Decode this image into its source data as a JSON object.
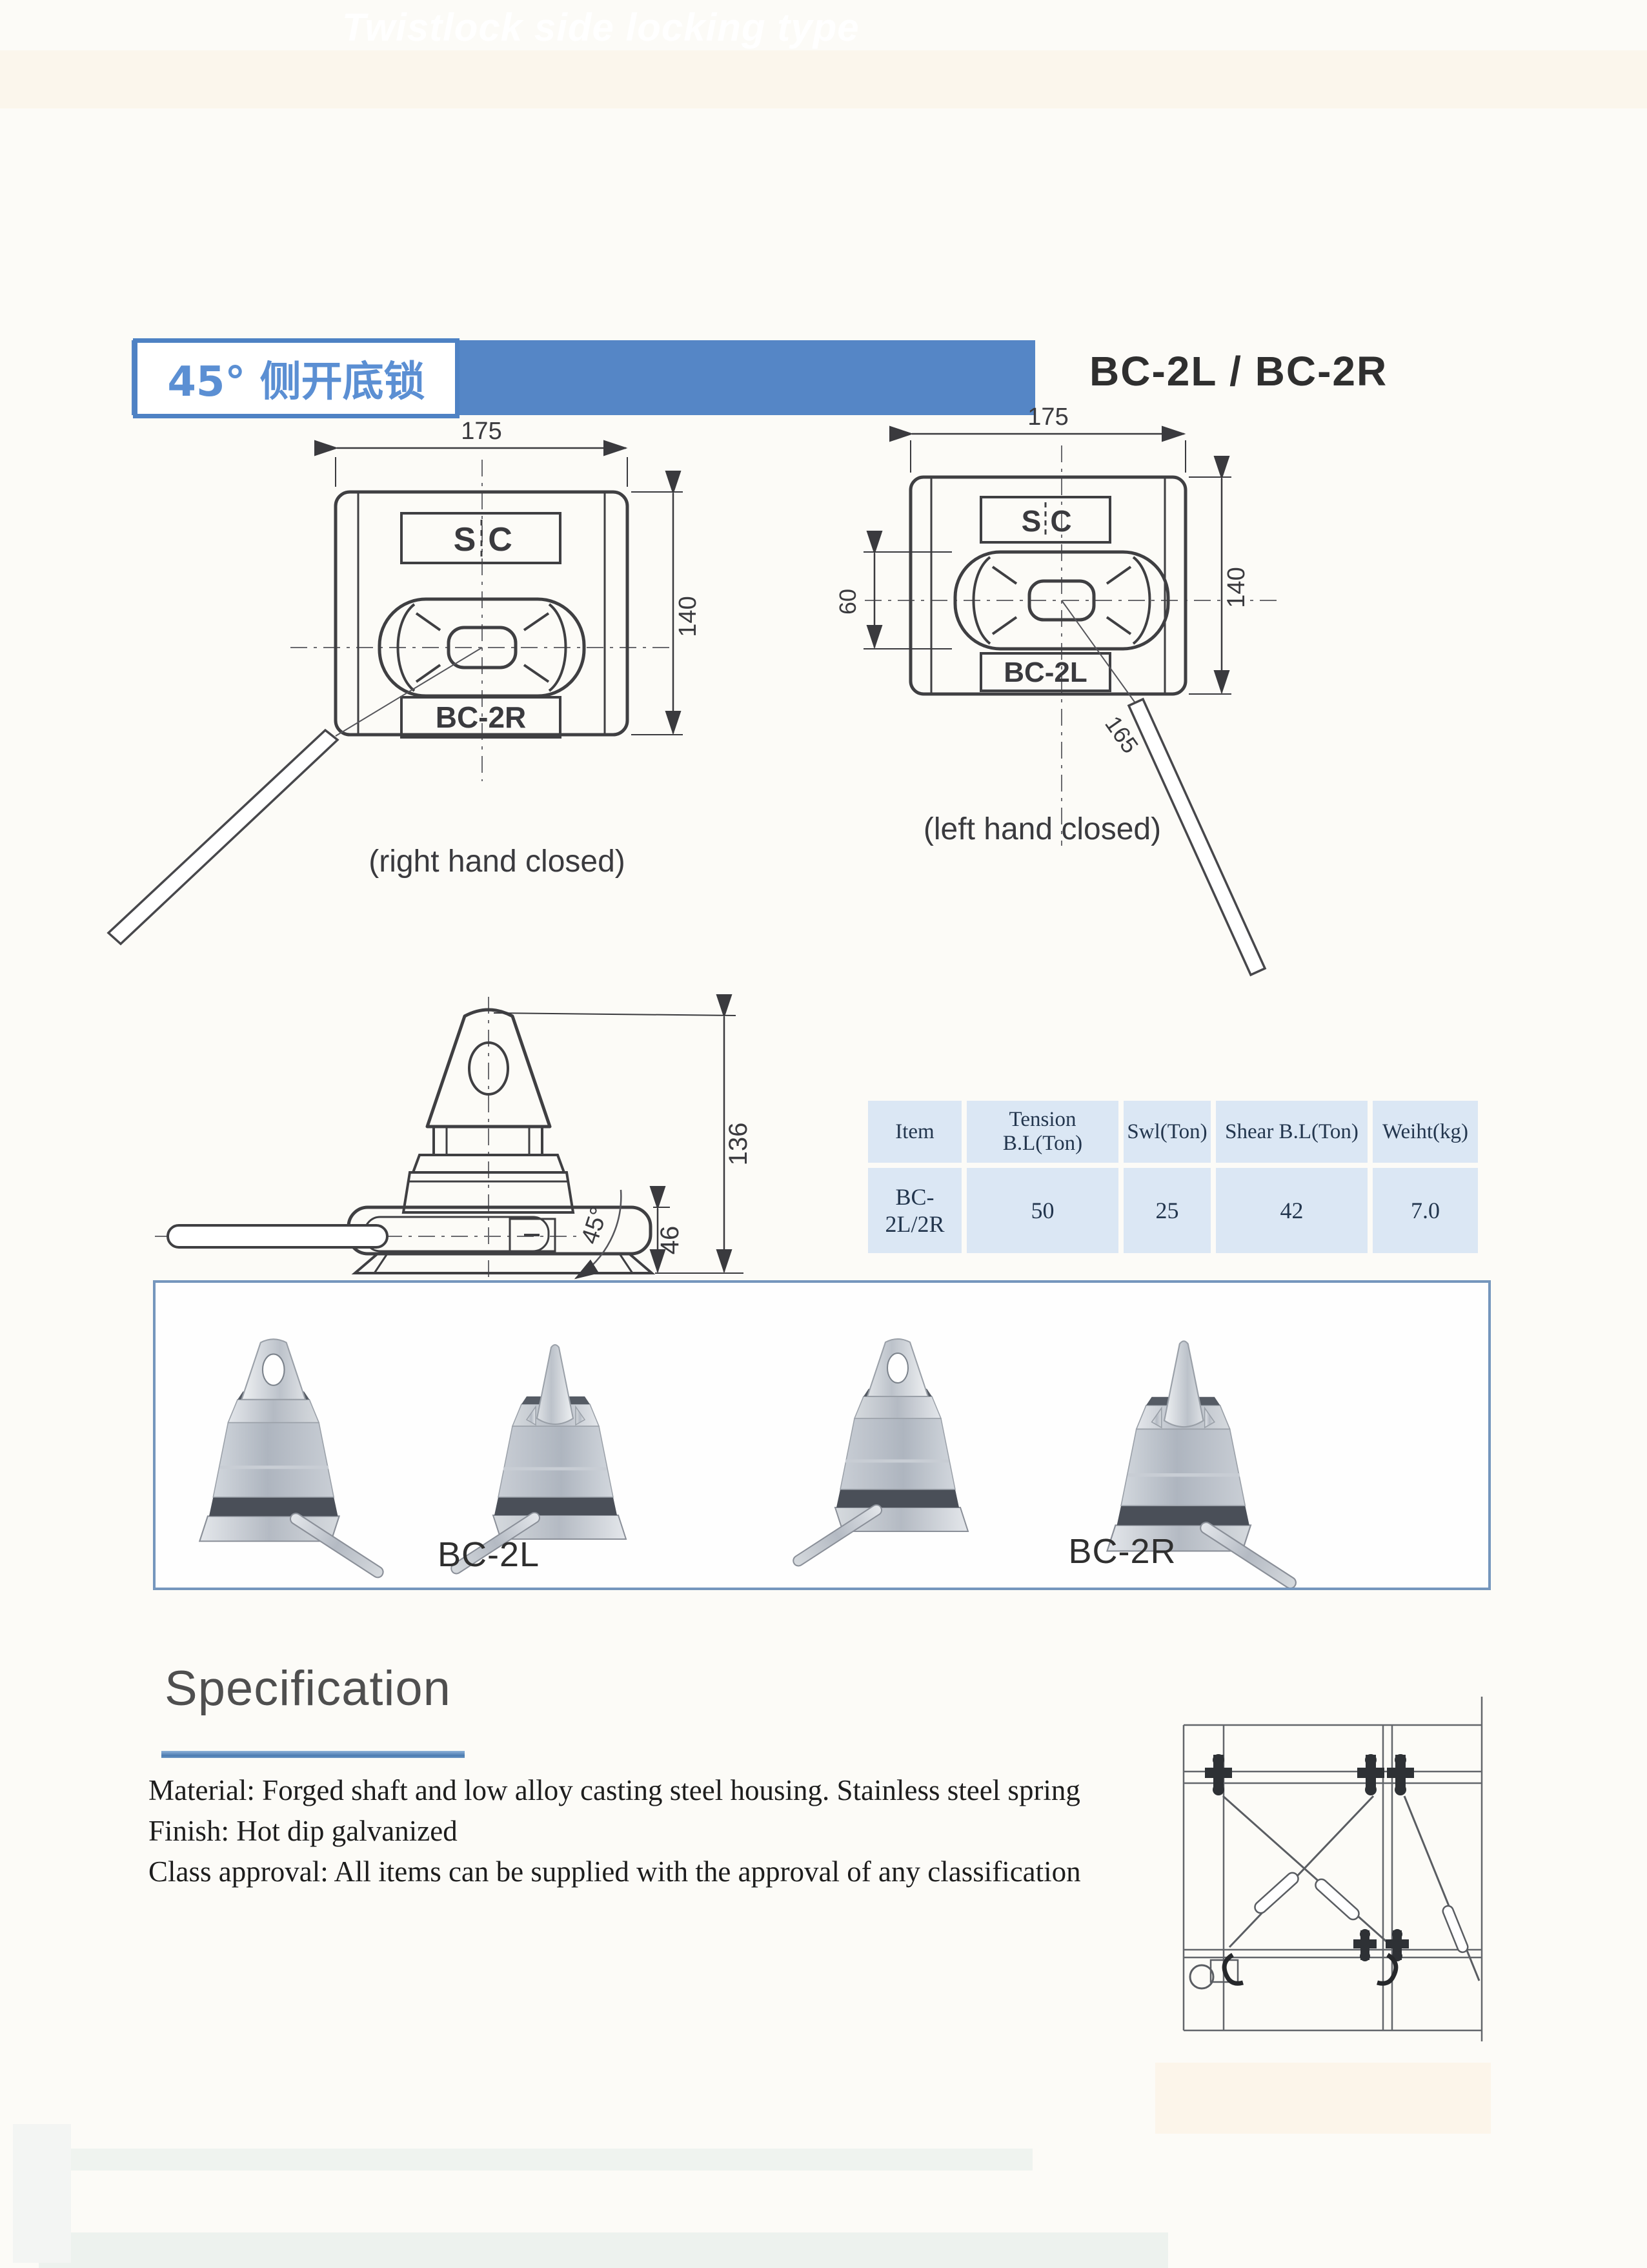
{
  "header": {
    "category_cn": "45° 侧开底锁",
    "banner_title": "Twistlock side locking type",
    "model": "BC-2L / BC-2R"
  },
  "drawings": {
    "logo": {
      "left": "S",
      "right": "C"
    },
    "right_top_view": {
      "label": "BC-2R",
      "caption": "(right hand closed)",
      "dim_width": "175",
      "dim_height": "140"
    },
    "left_top_view": {
      "label": "BC-2L",
      "caption": "(left hand closed)",
      "dim_width": "175",
      "dim_height": "140",
      "dim_inner": "60",
      "dim_handle": "165"
    },
    "side_view": {
      "dim_total_height": "136",
      "dim_base_height": "46",
      "dim_angle": "45°"
    }
  },
  "table": {
    "headers": [
      "Item",
      "Tension B.L(Ton)",
      "Swl(Ton)",
      "Shear B.L(Ton)",
      "Weiht(kg)"
    ],
    "rows": [
      [
        "BC-2L/2R",
        "50",
        "25",
        "42",
        "7.0"
      ]
    ]
  },
  "photos": {
    "left_label": "BC-2L",
    "right_label": "BC-2R"
  },
  "specification": {
    "heading": "Specification",
    "lines": [
      "Material: Forged shaft and low alloy casting steel housing. Stainless steel spring",
      "Finish: Hot dip galvanized",
      "Class approval: All items can be supplied with the approval of any classification"
    ]
  },
  "colors": {
    "banner_blue": "#5586c6",
    "accent_blue": "#5b8fd3",
    "table_cell_blue": "#dbe7f4",
    "photo_box_border": "#7596bd",
    "ink": "#3f3f42"
  }
}
